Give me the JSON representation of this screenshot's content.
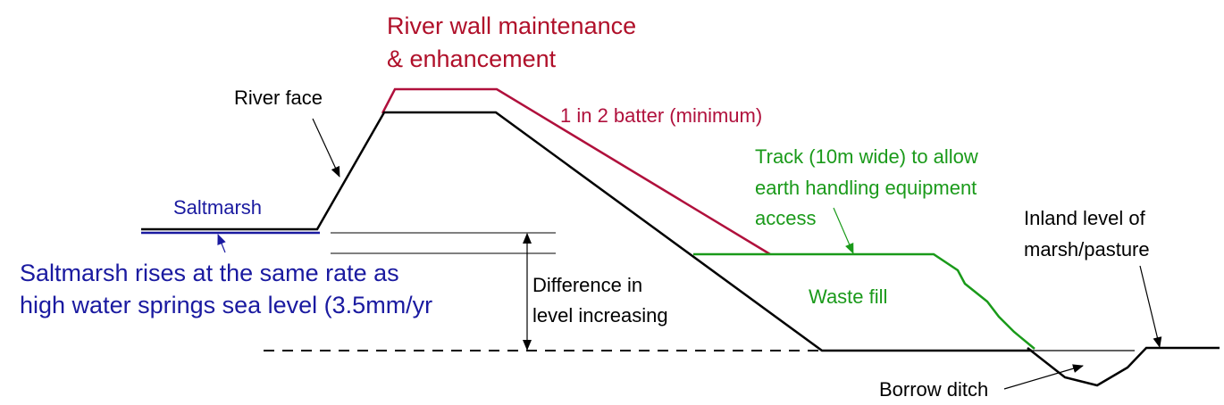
{
  "diagram": {
    "title_line1": "River wall maintenance",
    "title_line2": "& enhancement",
    "batter": "1 in 2 batter (minimum)",
    "river_face": "River face",
    "saltmarsh": "Saltmarsh",
    "saltmarsh_note_line1": "Saltmarsh rises at the same rate as",
    "saltmarsh_note_line2": "high water springs sea level (3.5mm/yr",
    "difference_line1": "Difference in",
    "difference_line2": "level increasing",
    "track_line1": "Track (10m wide) to allow",
    "track_line2": "earth handling equipment",
    "track_line3": "access",
    "waste_fill": "Waste fill",
    "inland_line1": "Inland level of",
    "inland_line2": "marsh/pasture",
    "borrow_ditch": "Borrow ditch"
  },
  "colors": {
    "black": "#000000",
    "maroon": "#b0102a",
    "crimson": "#b0103c",
    "green": "#1a9a1a",
    "blue": "#1a1aa0"
  }
}
